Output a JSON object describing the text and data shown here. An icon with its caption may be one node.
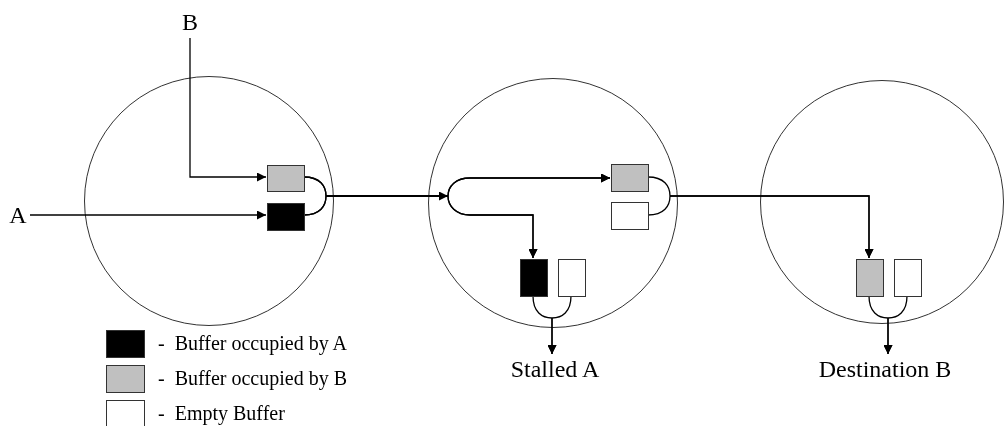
{
  "diagram": {
    "nodes": [
      {
        "text": [],
        "shape": "circle"
      },
      {
        "text": [],
        "shape": "circle"
      },
      {
        "text": [],
        "shape": "circle"
      },
      {
        "text": [
          "B"
        ]
      },
      {
        "text": [
          "A"
        ]
      },
      {
        "text": [],
        "shape": "box",
        "in": 0
      },
      {
        "text": [],
        "shape": "box",
        "in": 0
      },
      {
        "text": [],
        "shape": "box",
        "in": 1
      },
      {
        "text": [],
        "shape": "box",
        "in": 1
      },
      {
        "text": [],
        "shape": "box",
        "in": 1
      },
      {
        "text": [],
        "shape": "box",
        "in": 1
      },
      {
        "text": [],
        "shape": "box",
        "in": 2
      },
      {
        "text": [],
        "shape": "box",
        "in": 2
      },
      {
        "text": [
          "Stalled A"
        ]
      },
      {
        "text": [
          "Destination B"
        ]
      }
    ],
    "edges": [
      {
        "from": 3,
        "to": 5,
        "arrow": "to"
      },
      {
        "from": 4,
        "to": 6,
        "arrow": "to"
      },
      {
        "from": 5,
        "to": 7,
        "arrow": "to"
      },
      {
        "from": 5,
        "to": 9,
        "arrow": "to"
      },
      {
        "from": 6,
        "to": 7,
        "arrow": "to"
      },
      {
        "from": 6,
        "to": 9,
        "arrow": "to"
      },
      {
        "from": 7,
        "to": 11,
        "arrow": "to"
      },
      {
        "from": 8,
        "to": 11,
        "arrow": "to"
      },
      {
        "from": 9,
        "to": 13,
        "arrow": "to"
      },
      {
        "from": 10,
        "to": 13,
        "arrow": "to"
      },
      {
        "from": 11,
        "to": 14,
        "arrow": "to"
      },
      {
        "from": 12,
        "to": 14,
        "arrow": "to"
      }
    ],
    "legend": [
      {
        "text": "-  Buffer occupied by A",
        "color": "#000000"
      },
      {
        "text": "-  Buffer occupied by B",
        "color": "#c0c0c0"
      },
      {
        "text": "-  Empty Buffer",
        "color": "#ffffff"
      }
    ]
  }
}
